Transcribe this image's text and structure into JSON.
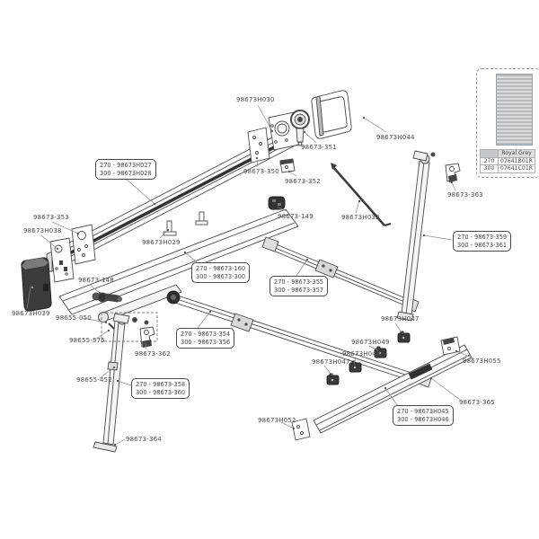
{
  "diagram_labels": {
    "h030": "98673H030",
    "p351": "98673-351",
    "h044": "98673H044",
    "p350": "98673-350",
    "p352": "98673-352",
    "p149": "98673-149",
    "h032": "98673H032",
    "p353": "98673-353",
    "h038": "98673H038",
    "h029": "98673H029",
    "p148": "98673-148",
    "h039": "98673H039",
    "p050": "98655-050",
    "p575": "98655-575",
    "p362": "98673-362",
    "p452": "98655-452",
    "p364": "98673-364",
    "p363": "98673-363",
    "h047a": "98673H047",
    "h049": "98673H049",
    "h048": "98673H048",
    "h047b": "98673H047",
    "h055": "98673H055",
    "p365": "98673-365",
    "h052": "98673H052"
  },
  "variant_boxes": {
    "case": {
      "l1": "270 - 98673H027",
      "l2": "300 - 98673H028"
    },
    "roller": {
      "l1": "270 - 98673-160",
      "l2": "300 - 98673-300"
    },
    "upper_arm": {
      "l1": "270 - 98673-355",
      "l2": "300 - 98673-357"
    },
    "right_leg": {
      "l1": "270 - 98673-359",
      "l2": "300 - 98673-361"
    },
    "lower_arm": {
      "l1": "270 - 98673-354",
      "l2": "300 - 98673-356"
    },
    "left_leg": {
      "l1": "270 - 98673-358",
      "l2": "300 - 98673-360"
    },
    "lead_bar": {
      "l1": "270 - 98673H045",
      "l2": "300 - 98673H046"
    }
  },
  "legend": {
    "fabric_name": "Royal Grey",
    "rows": [
      {
        "size": "270",
        "code": "07641B01R"
      },
      {
        "size": "300",
        "code": "07641C01R"
      }
    ]
  },
  "colors": {
    "line": "#4a4a4a",
    "dark_part": "#333333",
    "label_text": "#4a4a4a"
  }
}
